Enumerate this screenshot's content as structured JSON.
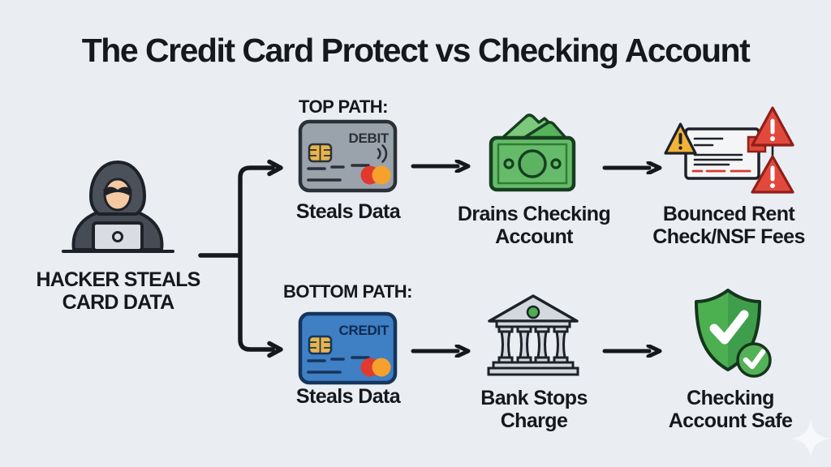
{
  "title": "The Credit Card Protect vs Checking Account",
  "hacker": {
    "label_line1": "HACKER STEALS",
    "label_line2": "CARD DATA"
  },
  "top_path": {
    "label": "TOP PATH:",
    "card_text": "DEBIT",
    "step1_caption": "Steals Data",
    "step2_caption_line1": "Drains Checking",
    "step2_caption_line2": "Account",
    "step3_caption_line1": "Bounced Rent",
    "step3_caption_line2": "Check/NSF Fees"
  },
  "bottom_path": {
    "label": "BOTTOM PATH:",
    "card_text": "CREDIT",
    "step1_caption": "Steals Data",
    "step2_caption_line1": "Bank Stops",
    "step2_caption_line2": "Charge",
    "step3_caption_line1": "Checking",
    "step3_caption_line2": "Account Safe"
  },
  "icons": {
    "source": "hacker-at-laptop",
    "top_step1": "debit-card",
    "top_step2": "cash-bills",
    "top_step3": "bounced-check-warnings",
    "bottom_step1": "credit-card",
    "bottom_step2": "bank-building",
    "bottom_step3": "shield-check",
    "connector": "branch-arrows",
    "decoration": "sparkle"
  },
  "colors": {
    "background": "#eaeef3",
    "text": "#15181c",
    "debit_card": "#9aa3ac",
    "debit_border": "#2b3036",
    "credit_card": "#3f7fc4",
    "credit_border": "#16355c",
    "chip_gold": "#e8b54b",
    "mastercard_red": "#e03a2f",
    "mastercard_orange": "#f6a12c",
    "money_green": "#66bb6a",
    "money_green_light": "#7cc87c",
    "money_green_mid": "#57b25c",
    "bank_gray": "#d2d8dd",
    "bank_dot_green": "#4caf50",
    "shield_green": "#4caf50",
    "shield_green_dark": "#3f9e4b",
    "warning_yellow": "#f2b237",
    "warning_red": "#e2493d",
    "arrow": "#15181c"
  }
}
